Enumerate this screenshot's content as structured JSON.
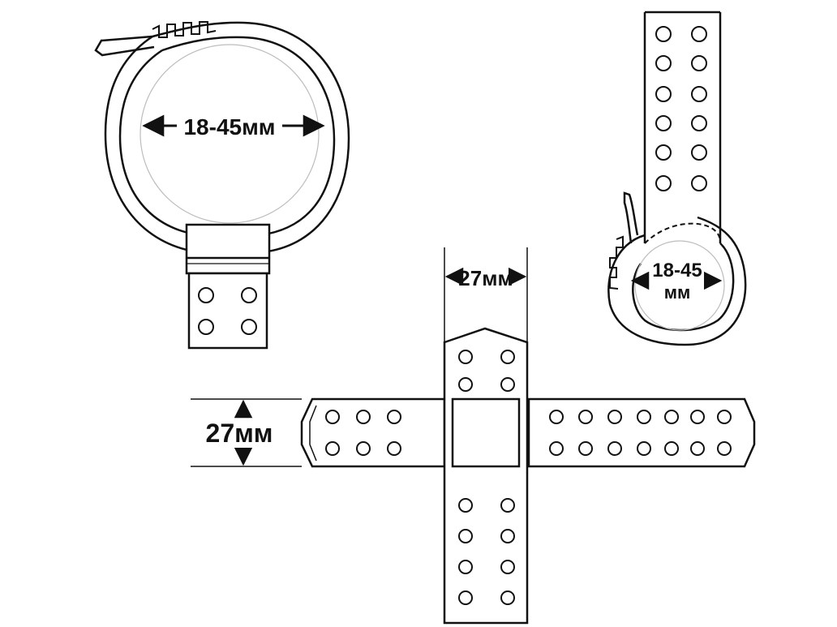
{
  "labels": {
    "top_left_diameter": "18-45мм",
    "top_right_diameter_line1": "18-45",
    "top_right_diameter_line2": "мм",
    "vertical_strap_width": "27мм",
    "horizontal_strap_width": "27мм"
  },
  "colors": {
    "line": "#111111",
    "background": "#ffffff",
    "inner_ghost": "#bdbdbd"
  }
}
